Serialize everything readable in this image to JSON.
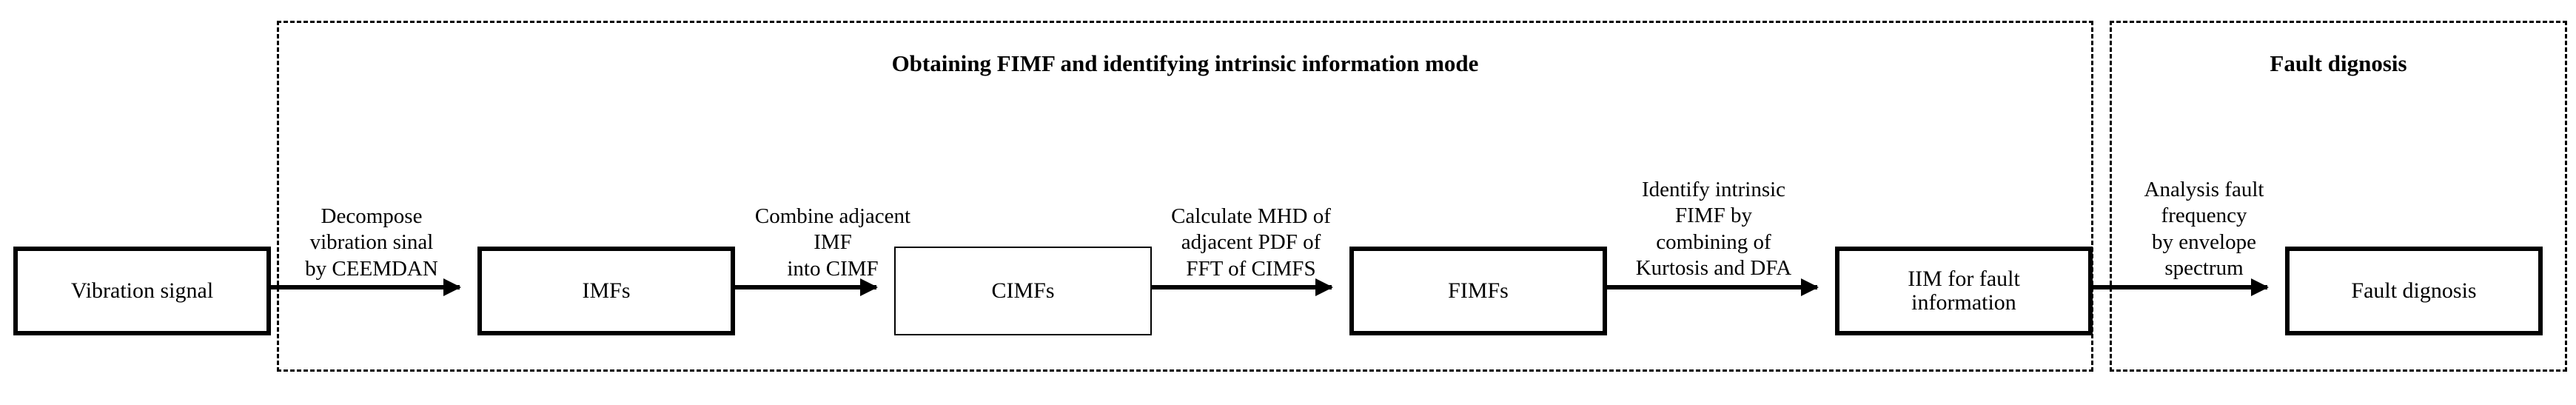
{
  "diagram": {
    "title_visible": false,
    "regions": [
      {
        "id": "region-obtaining-fimf",
        "title": "Obtaining FIMF and identifying intrinsic information mode"
      },
      {
        "id": "region-fault-diagnosis",
        "title": "Fault dignosis"
      }
    ],
    "nodes": [
      {
        "id": "vibration-signal",
        "label": "Vibration signal"
      },
      {
        "id": "imfs",
        "label": "IMFs"
      },
      {
        "id": "cimfs",
        "label": "CIMFs"
      },
      {
        "id": "fimfs",
        "label": "FIMFs"
      },
      {
        "id": "iim-for-fault-information",
        "label": "IIM for fault\ninformation"
      },
      {
        "id": "fault-dignosis",
        "label": "Fault dignosis"
      }
    ],
    "edges": [
      {
        "id": "edge-decompose",
        "label": "Decompose\nvibration sinal\nby CEEMDAN"
      },
      {
        "id": "edge-combine",
        "label": "Combine adjacent\nIMF\ninto CIMF"
      },
      {
        "id": "edge-calculate-mhd",
        "label": "Calculate MHD of\nadjacent PDF of\nFFT of CIMFS"
      },
      {
        "id": "edge-identify",
        "label": "Identify intrinsic\nFIMF by\ncombining of\nKurtosis and DFA"
      },
      {
        "id": "edge-analysis",
        "label": "Analysis fault\nfrequency\nby envelope\nspectrum"
      }
    ],
    "colors": {
      "stroke": "#000000",
      "fill": "#ffffff",
      "text": "#000000"
    }
  }
}
